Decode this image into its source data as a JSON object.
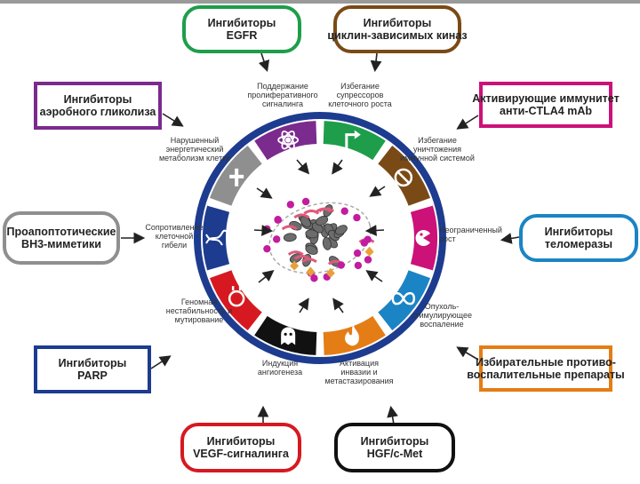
{
  "boxes": [
    {
      "id": "egfr",
      "lines": [
        "Ингибиторы",
        "EGFR"
      ],
      "color": "#1e9e4a"
    },
    {
      "id": "cdk",
      "lines": [
        "Ингибиторы",
        "циклин-зависимых киназ"
      ],
      "color": "#7a4a16"
    },
    {
      "id": "ctla4",
      "lines": [
        "Активирующие иммунитет",
        "анти-CTLA4 mAb"
      ],
      "color": "#cc1178"
    },
    {
      "id": "telomerase",
      "lines": [
        "Ингибиторы",
        "теломеразы"
      ],
      "color": "#1b84c4"
    },
    {
      "id": "antiinflam",
      "lines": [
        "Избирательные противо-",
        "воспалительные препараты"
      ],
      "color": "#e47d15"
    },
    {
      "id": "hgf",
      "lines": [
        "Ингибиторы",
        "HGF/c-Met"
      ],
      "color": "#111111"
    },
    {
      "id": "vegf",
      "lines": [
        "Ингибиторы",
        "VEGF-сигналинга"
      ],
      "color": "#d61920"
    },
    {
      "id": "parp",
      "lines": [
        "Ингибиторы",
        "PARP"
      ],
      "color": "#1d3c8f"
    },
    {
      "id": "bh3",
      "lines": [
        "Проапоптотические",
        "ВН3-миметики"
      ],
      "color": "#8f8f8f"
    },
    {
      "id": "glycolysis",
      "lines": [
        "Ингибиторы",
        "аэробного гликолиза"
      ],
      "color": "#7b2a8e"
    }
  ],
  "labels": [
    {
      "id": "prolif",
      "lines": [
        "Поддержание",
        "пролиферативного",
        "сигналинга"
      ]
    },
    {
      "id": "suppress",
      "lines": [
        "Избегание",
        "супрессоров",
        "клеточного роста"
      ]
    },
    {
      "id": "immune",
      "lines": [
        "Избегание",
        "уничтожения",
        "иммунной системой"
      ]
    },
    {
      "id": "replicative",
      "lines": [
        "Неограниченный",
        "рост"
      ]
    },
    {
      "id": "inflammation",
      "lines": [
        "Опухоль-",
        "стимулирующее",
        "воспаление"
      ]
    },
    {
      "id": "invasion",
      "lines": [
        "Активация",
        "инвазии и",
        "метастазирования"
      ]
    },
    {
      "id": "angiogenesis",
      "lines": [
        "Индукция",
        "ангиогенеза"
      ]
    },
    {
      "id": "genome",
      "lines": [
        "Геномная",
        "нестабильность и",
        "мутирование"
      ]
    },
    {
      "id": "death",
      "lines": [
        "Сопротивление",
        "клеточной",
        "гибели"
      ]
    },
    {
      "id": "energy",
      "lines": [
        "Нарушенный",
        "энергетический",
        "метаболизм клетки"
      ]
    }
  ],
  "segments": [
    {
      "id": "green",
      "color": "#1e9e4a",
      "icon": "arrow-icon"
    },
    {
      "id": "brown",
      "color": "#7a4a16",
      "icon": "no-entry-icon"
    },
    {
      "id": "magenta",
      "color": "#cc1178",
      "icon": "pacman-icon"
    },
    {
      "id": "blue",
      "color": "#1b84c4",
      "icon": "infinity-icon"
    },
    {
      "id": "orange",
      "color": "#e47d15",
      "icon": "flame-icon"
    },
    {
      "id": "black",
      "color": "#111111",
      "icon": "ghost-icon"
    },
    {
      "id": "red",
      "color": "#d61920",
      "icon": "vessel-icon"
    },
    {
      "id": "navy",
      "color": "#1d3c8f",
      "icon": "dna-icon"
    },
    {
      "id": "gray",
      "color": "#8f8f8f",
      "icon": "cross-icon"
    },
    {
      "id": "purple",
      "color": "#7b2a8e",
      "icon": "atom-icon"
    }
  ],
  "ring_color": "#1d3c8f"
}
